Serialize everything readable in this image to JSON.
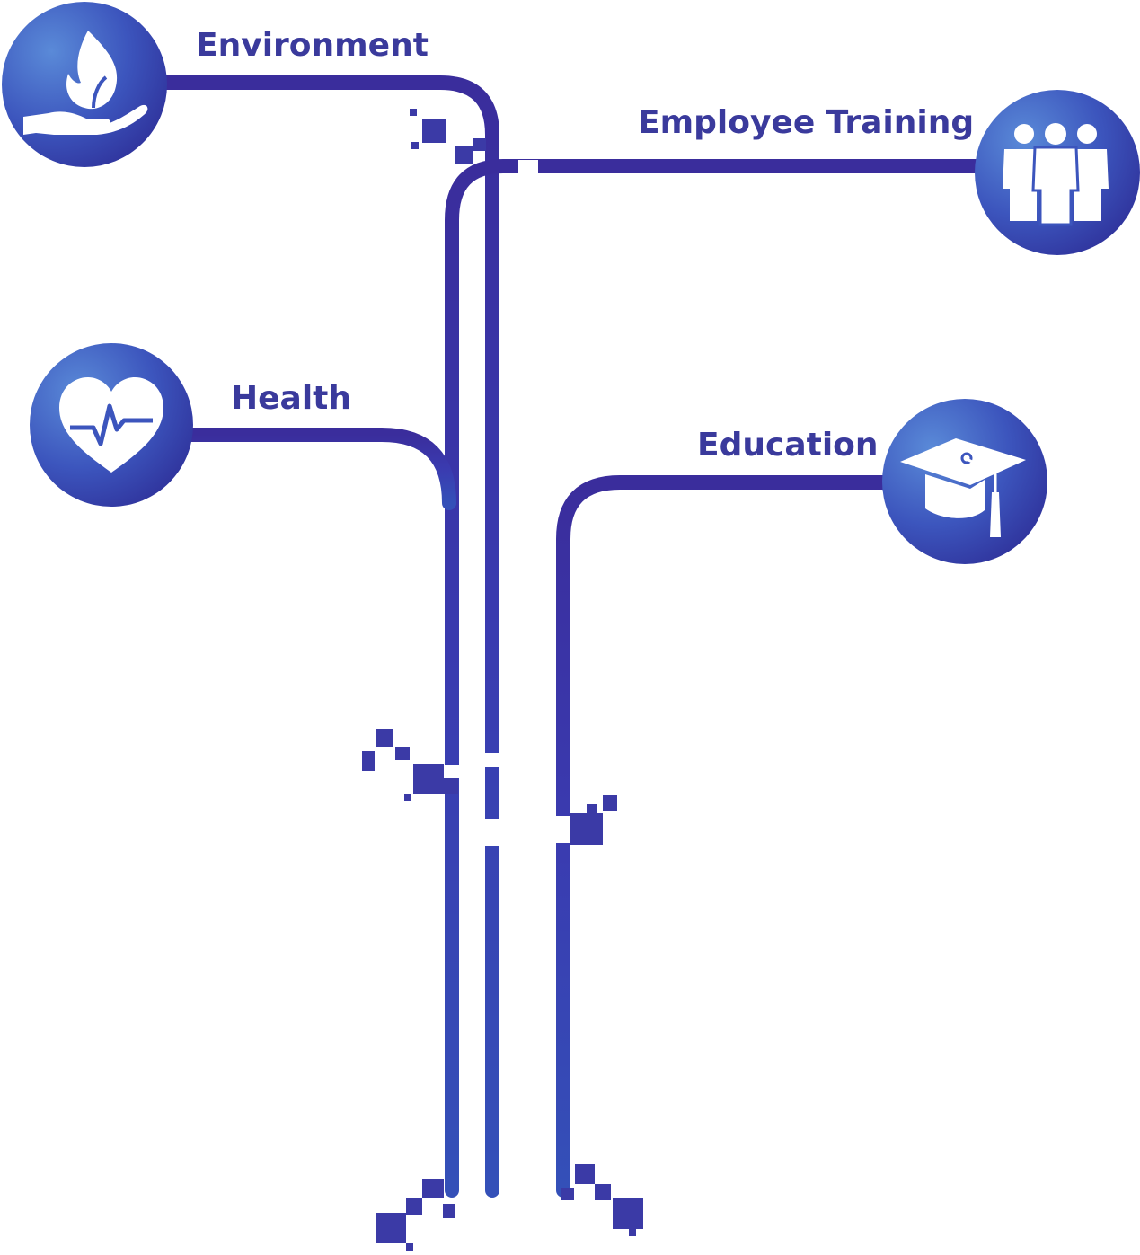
{
  "diagram": {
    "nodes": [
      {
        "id": "environment",
        "label": "Environment",
        "icon": "hand-flame-icon"
      },
      {
        "id": "employee-training",
        "label": "Employee Training",
        "icon": "people-group-icon"
      },
      {
        "id": "health",
        "label": "Health",
        "icon": "heart-pulse-icon"
      },
      {
        "id": "education",
        "label": "Education",
        "icon": "graduation-cap-icon"
      }
    ],
    "colors": {
      "line": "#3b2f9e",
      "circle_light": "#4f6fd0",
      "circle_dark": "#2f2e98",
      "label": "#3a3a9c"
    }
  }
}
